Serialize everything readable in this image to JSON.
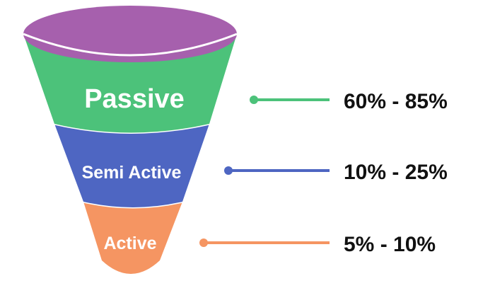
{
  "stages": [
    {
      "name": "Passive",
      "range": "60% - 85%",
      "color": "#4cc27a"
    },
    {
      "name": "Semi Active",
      "range": "10% - 25%",
      "color": "#4e66c2"
    },
    {
      "name": "Active",
      "range": "5% - 10%",
      "color": "#f59562"
    }
  ],
  "top_color": "#a660ad"
}
